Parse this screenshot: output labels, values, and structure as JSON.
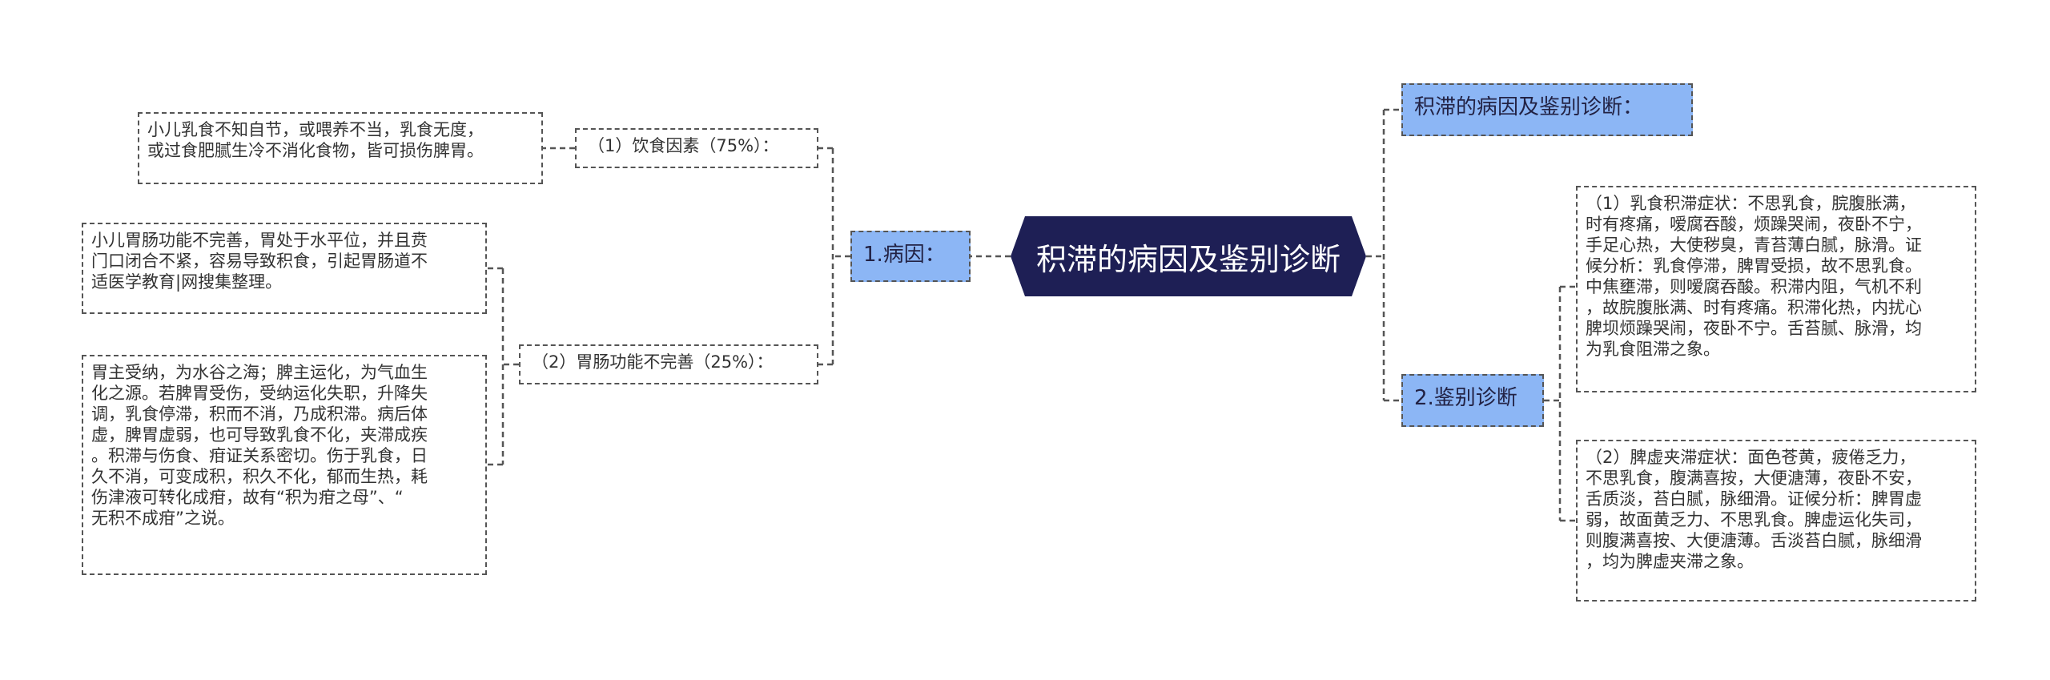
{
  "central": {
    "title": "积滞的病因及鉴别诊断"
  },
  "colors": {
    "central_bg": "#1e1f55",
    "branch_bg": "#8cb6f5",
    "line": "#555555"
  },
  "left": {
    "cause": {
      "label": "1.病因：",
      "items": [
        {
          "label": "（1）饮食因素（75%）：",
          "details": [
            "小儿乳食不知自节，或喂养不当，乳食无度，\n或过食肥腻生冷不消化食物，皆可损伤脾胃。"
          ]
        },
        {
          "label": "（2）胃肠功能不完善（25%）：",
          "details": [
            "小儿胃肠功能不完善，胃处于水平位，并且贲\n门口闭合不紧，容易导致积食，引起胃肠道不\n适医学教育|网搜集整理。",
            "胃主受纳，为水谷之海；脾主运化，为气血生\n化之源。若脾胃受伤，受纳运化失职，升降失\n调，乳食停滞，积而不消，乃成积滞。病后体\n虚，脾胃虚弱，也可导致乳食不化，夹滞成疾\n。积滞与伤食、疳证关系密切。伤于乳食，日\n久不消，可变成积，积久不化，郁而生热，耗\n伤津液可转化成疳，故有“积为疳之母”、“\n无积不成疳”之说。"
          ]
        }
      ]
    }
  },
  "right": {
    "heading": {
      "label": "积滞的病因及鉴别诊断："
    },
    "diagnosis": {
      "label": "2.鉴别诊断",
      "details": [
        "（1）乳食积滞症状：不思乳食，脘腹胀满，\n时有疼痛，嗳腐吞酸，烦躁哭闹，夜卧不宁，\n手足心热，大使秽臭，青苔薄白腻，脉滑。证\n候分析：乳食停滞，脾胃受损，故不思乳食。\n中焦壅滞，则嗳腐吞酸。积滞内阻，气机不利\n，故脘腹胀满、时有疼痛。积滞化热，内扰心\n脾坝烦躁哭闹，夜卧不宁。舌苔腻、脉滑，均\n为乳食阻滞之象。",
        "（2）脾虚夹滞症状：面色苍黄，疲倦乏力，\n不思乳食，腹满喜按，大便溏薄，夜卧不安，\n舌质淡，苔白腻，脉细滑。证候分析：脾胃虚\n弱，故面黄乏力、不思乳食。脾虚运化失司，\n则腹满喜按、大便溏薄。舌淡苔白腻，脉细滑\n，均为脾虚夹滞之象。"
      ]
    }
  }
}
